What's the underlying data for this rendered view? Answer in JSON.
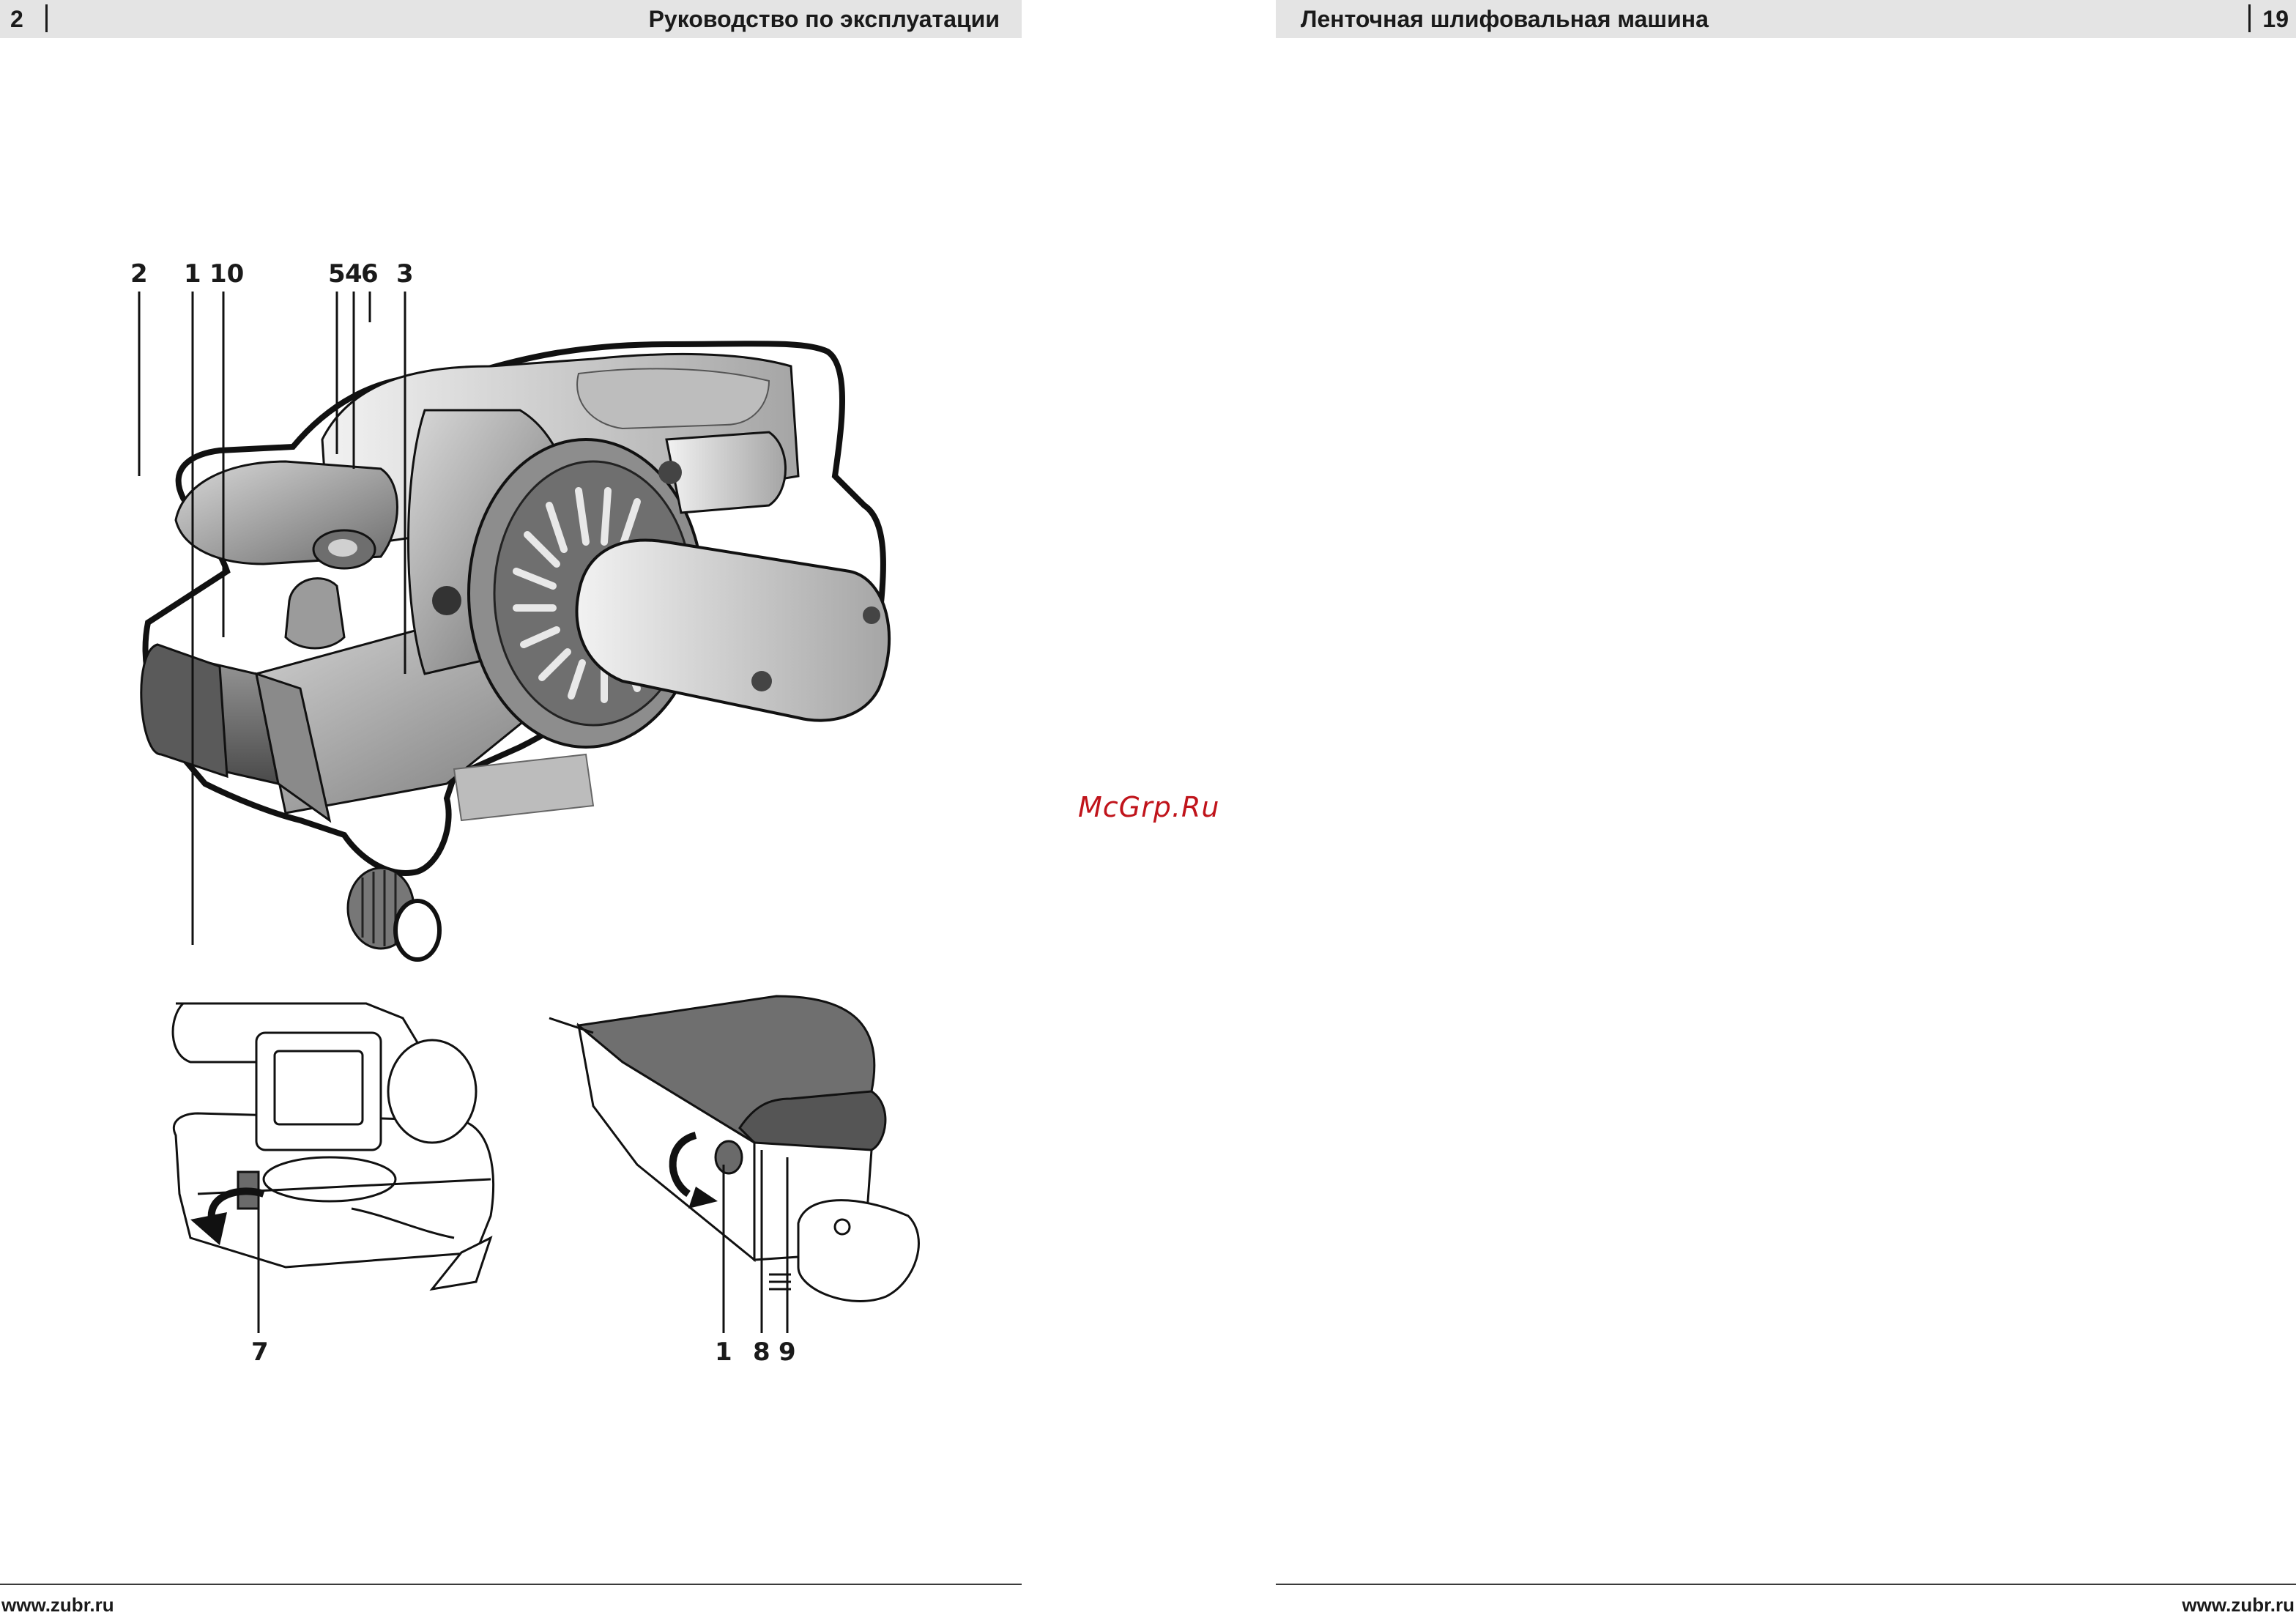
{
  "left_page": {
    "page_number": "2",
    "header_title": "Руководство по эксплуатации",
    "footer_url": "www.zubr.ru"
  },
  "right_page": {
    "page_number": "19",
    "header_title": "Ленточная шлифовальная машина",
    "footer_url": "www.zubr.ru"
  },
  "watermark": "McGrp.Ru",
  "figure": {
    "main_callouts": [
      "2",
      "1",
      "10",
      "5",
      "4",
      "6",
      "3"
    ],
    "left_detail_callouts": [
      "7"
    ],
    "right_detail_callouts": [
      "1",
      "8",
      "9"
    ]
  },
  "colors": {
    "header_bg": "#e4e4e4",
    "watermark": "#c0141b"
  }
}
